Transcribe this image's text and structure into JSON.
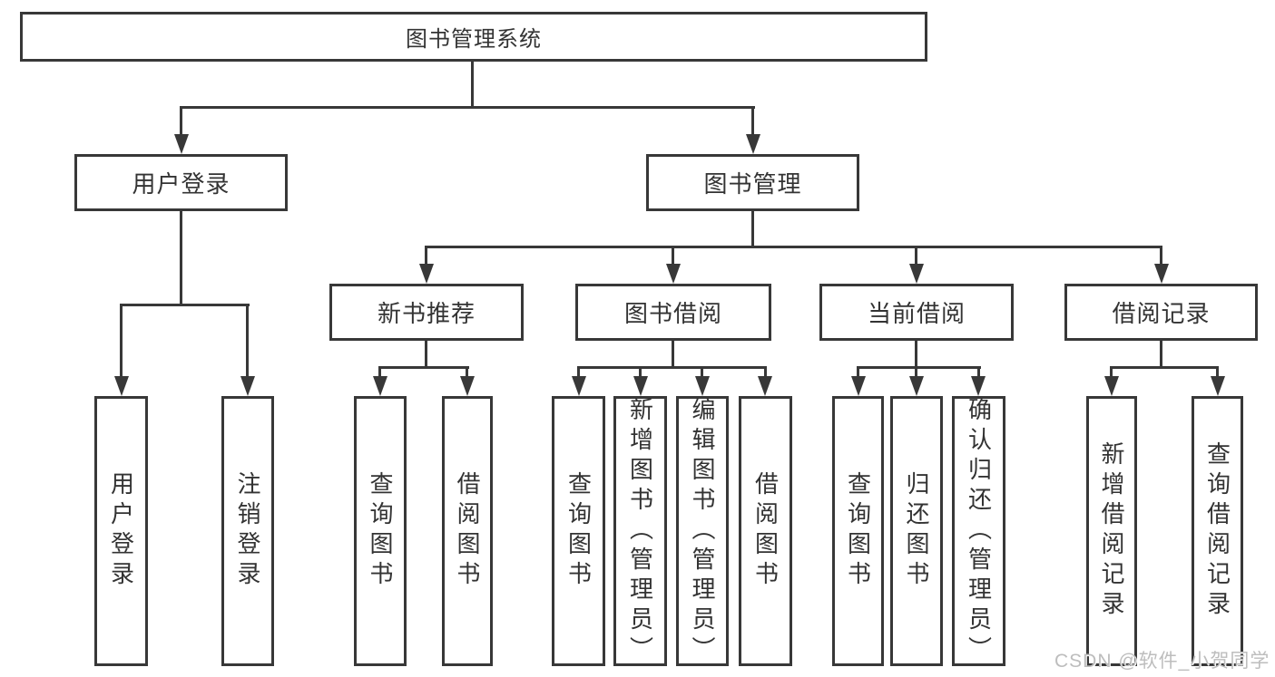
{
  "diagram": {
    "root": {
      "label": "图书管理系统"
    },
    "level2": [
      {
        "label": "用户登录"
      },
      {
        "label": "图书管理"
      }
    ],
    "level3": [
      {
        "label": "新书推荐",
        "parent": "图书管理"
      },
      {
        "label": "图书借阅",
        "parent": "图书管理"
      },
      {
        "label": "当前借阅",
        "parent": "图书管理"
      },
      {
        "label": "借阅记录",
        "parent": "图书管理"
      }
    ],
    "leaves": [
      {
        "label": "用户登录",
        "parent": "用户登录"
      },
      {
        "label": "注销登录",
        "parent": "用户登录"
      },
      {
        "label": "查询图书",
        "parent": "新书推荐"
      },
      {
        "label": "借阅图书",
        "parent": "新书推荐"
      },
      {
        "label": "查询图书",
        "parent": "图书借阅"
      },
      {
        "label": "新增图书（管理员）",
        "parent": "图书借阅"
      },
      {
        "label": "编辑图书（管理员）",
        "parent": "图书借阅"
      },
      {
        "label": "借阅图书",
        "parent": "图书借阅"
      },
      {
        "label": "查询图书",
        "parent": "当前借阅"
      },
      {
        "label": "归还图书",
        "parent": "当前借阅"
      },
      {
        "label": "确认归还（管理员）",
        "parent": "当前借阅"
      },
      {
        "label": "新增借阅记录",
        "parent": "借阅记录"
      },
      {
        "label": "查询借阅记录",
        "parent": "借阅记录"
      }
    ]
  },
  "watermark": {
    "text": "CSDN @软件_小贺同学"
  },
  "colors": {
    "line": "#383838",
    "box_border": "#383838",
    "box_fill": "#ffffff",
    "text": "#333333",
    "watermark": "#bdbdbd",
    "background": "#ffffff"
  }
}
